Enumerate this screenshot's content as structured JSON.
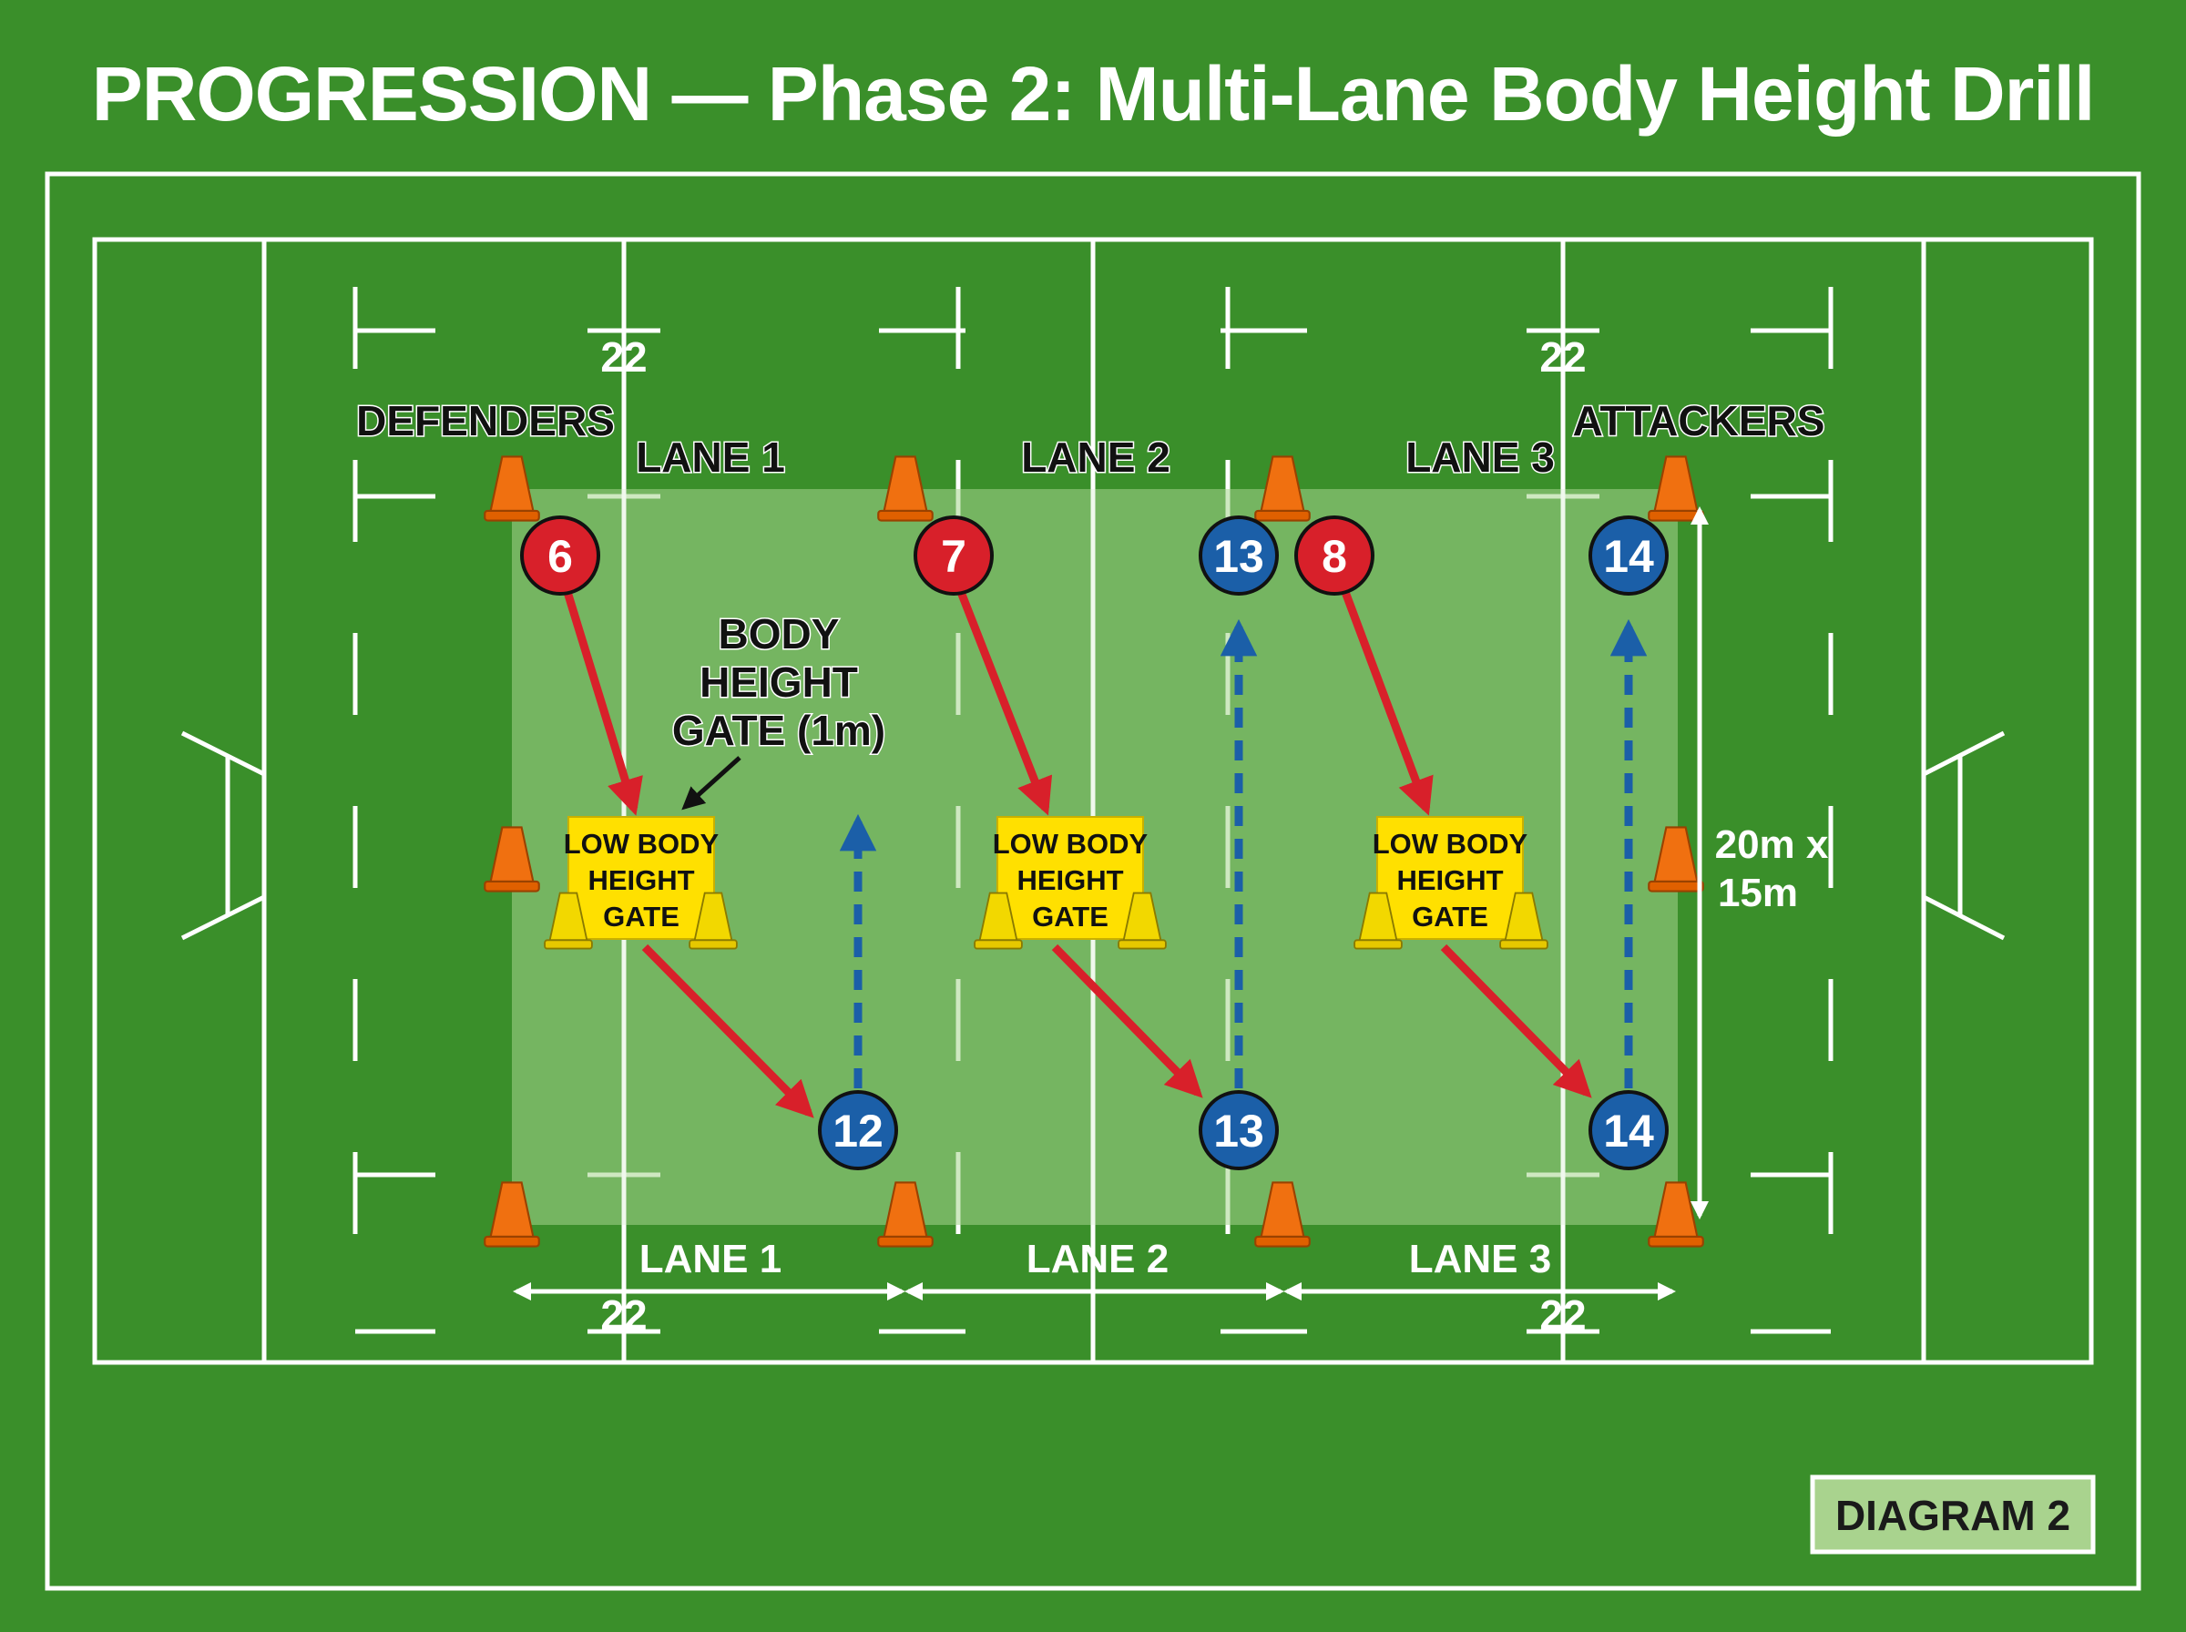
{
  "title": "PROGRESSION — Phase 2: Multi-Lane Body Height Drill",
  "labels": {
    "defenders": "DEFENDERS",
    "attackers": "ATTACKERS",
    "lane_top": [
      "LANE 1",
      "LANE 2",
      "LANE 3"
    ],
    "lane_bottom": [
      "LANE 1",
      "LANE 2",
      "LANE 3"
    ],
    "twenty_two": "22",
    "gate_callout": [
      "BODY",
      "HEIGHT",
      "GATE (1m)"
    ],
    "dimension": [
      "20m x",
      "15m"
    ],
    "diagram_tag": "DIAGRAM 2"
  },
  "gates": [
    {
      "lines": [
        "LOW BODY",
        "HEIGHT",
        "GATE"
      ]
    },
    {
      "lines": [
        "LOW BODY",
        "HEIGHT",
        "GATE"
      ]
    },
    {
      "lines": [
        "LOW BODY",
        "HEIGHT",
        "GATE"
      ]
    }
  ],
  "players": {
    "defenders": [
      "6",
      "7",
      "8"
    ],
    "attackers_start": [
      "12",
      "13",
      "14"
    ],
    "attackers_end": [
      "13",
      "14"
    ]
  },
  "colors": {
    "pitch": "#3a8f2a",
    "drill_zone": "#8fc47a",
    "defender": "#d8202a",
    "attacker": "#1b5fa8",
    "gate": "#ffe000",
    "cone": "#f07010",
    "gate_cone": "#f2d800"
  }
}
